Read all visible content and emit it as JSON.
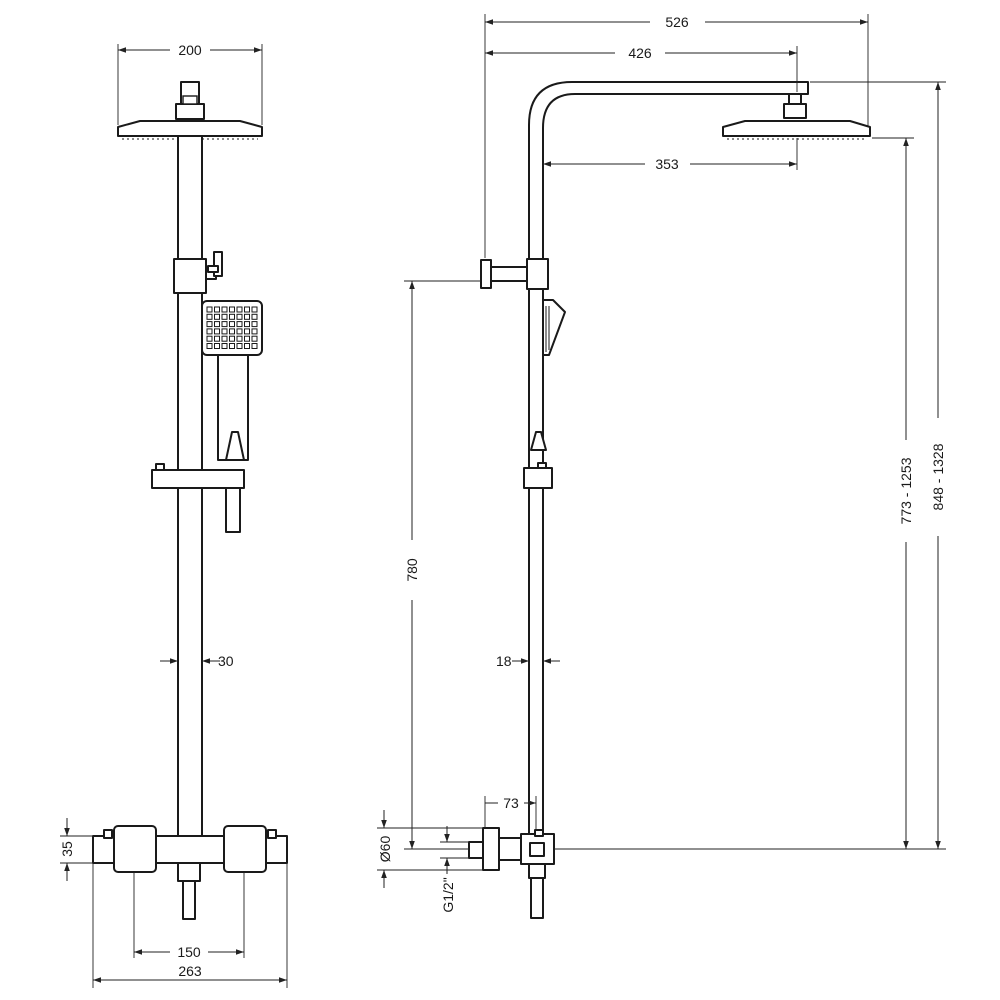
{
  "dimensions": {
    "front_head_width": "200",
    "front_riser_diameter": "30",
    "front_valve_height": "35",
    "front_inlet_centres": "150",
    "front_valve_width": "263",
    "side_total_projection": "526",
    "side_arm_projection": "426",
    "side_head_offset": "353",
    "side_bracket_height": "780",
    "side_riser_diameter": "18",
    "side_valve_depth": "73",
    "side_outlet_diameter": "Ø60",
    "side_inlet_thread": "G1/2\"",
    "side_head_height_range": "773 - 1253",
    "side_overall_height_range": "848 - 1328"
  },
  "colors": {
    "line": "#1a1a1a",
    "background": "#ffffff"
  }
}
